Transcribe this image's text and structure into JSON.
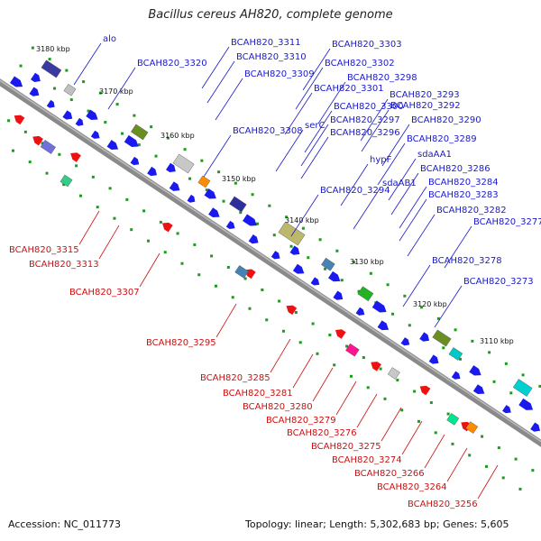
{
  "title": "Bacillus cereus AH820, complete genome",
  "colors": {
    "forward": "#1a1aee",
    "reverse": "#ee1111",
    "backbone": "#808080",
    "ticks": "#1f9a1f",
    "forward_label": "#1a1acc",
    "reverse_label": "#cc1111"
  },
  "scale_labels": [
    "3180 kbp",
    "3170 kbp",
    "3160 kbp",
    "3150 kbp",
    "3140 kbp",
    "3130 kbp",
    "3120 kbp",
    "3110 kbp"
  ],
  "forward_labels": [
    "alo",
    "BCAH820_3320",
    "BCAH820_3311",
    "BCAH820_3310",
    "BCAH820_3309",
    "BCAH820_3308",
    "BCAH820_3303",
    "BCAH820_3302",
    "BCAH820_3298",
    "BCAH820_3301",
    "BCAH820_3300",
    "serC",
    "BCAH820_3297",
    "BCAH820_3296",
    "BCAH820_3293",
    "BCAH820_3292",
    "BCAH820_3290",
    "BCAH820_3289",
    "hypF",
    "sdaAA1",
    "BCAH820_3286",
    "sdaAB1",
    "BCAH820_3294",
    "BCAH820_3284",
    "BCAH820_3283",
    "BCAH820_3282",
    "BCAH820_3277",
    "BCAH820_3278",
    "BCAH820_3273"
  ],
  "reverse_labels": [
    "BCAH820_3315",
    "BCAH820_3313",
    "BCAH820_3307",
    "BCAH820_3295",
    "BCAH820_3285",
    "BCAH820_3281",
    "BCAH820_3280",
    "BCAH820_3279",
    "BCAH820_3276",
    "BCAH820_3275",
    "BCAH820_3274",
    "BCAH820_3266",
    "BCAH820_3264",
    "BCAH820_3256"
  ],
  "footer": {
    "accession": "Accession: NC_011773",
    "summary": "Topology: linear; Length: 5,302,683 bp; Genes: 5,605"
  }
}
